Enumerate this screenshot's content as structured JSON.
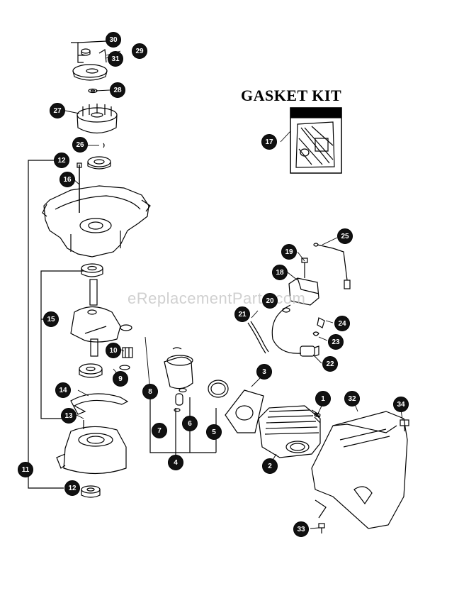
{
  "title": "GASKET KIT",
  "watermark": "eReplacementParts.com",
  "colors": {
    "ink": "#000000",
    "callout_fill": "#111111",
    "callout_text": "#ffffff",
    "watermark": "#c8c8c8",
    "background": "#ffffff"
  },
  "callouts": [
    {
      "id": "1",
      "label": "1"
    },
    {
      "id": "2",
      "label": "2"
    },
    {
      "id": "3",
      "label": "3"
    },
    {
      "id": "4",
      "label": "4"
    },
    {
      "id": "5",
      "label": "5"
    },
    {
      "id": "6",
      "label": "6"
    },
    {
      "id": "7",
      "label": "7"
    },
    {
      "id": "8",
      "label": "8"
    },
    {
      "id": "9",
      "label": "9"
    },
    {
      "id": "10",
      "label": "10"
    },
    {
      "id": "11",
      "label": "11"
    },
    {
      "id": "12a",
      "label": "12"
    },
    {
      "id": "12b",
      "label": "12"
    },
    {
      "id": "13",
      "label": "13"
    },
    {
      "id": "14",
      "label": "14"
    },
    {
      "id": "15",
      "label": "15"
    },
    {
      "id": "16",
      "label": "16"
    },
    {
      "id": "17",
      "label": "17"
    },
    {
      "id": "18",
      "label": "18"
    },
    {
      "id": "19",
      "label": "19"
    },
    {
      "id": "20",
      "label": "20"
    },
    {
      "id": "21",
      "label": "21"
    },
    {
      "id": "22",
      "label": "22"
    },
    {
      "id": "23",
      "label": "23"
    },
    {
      "id": "24",
      "label": "24"
    },
    {
      "id": "25",
      "label": "25"
    },
    {
      "id": "26",
      "label": "26"
    },
    {
      "id": "27",
      "label": "27"
    },
    {
      "id": "28",
      "label": "28"
    },
    {
      "id": "29",
      "label": "29"
    },
    {
      "id": "30",
      "label": "30"
    },
    {
      "id": "31",
      "label": "31"
    },
    {
      "id": "32",
      "label": "32"
    },
    {
      "id": "33",
      "label": "33"
    },
    {
      "id": "34",
      "label": "34"
    }
  ]
}
